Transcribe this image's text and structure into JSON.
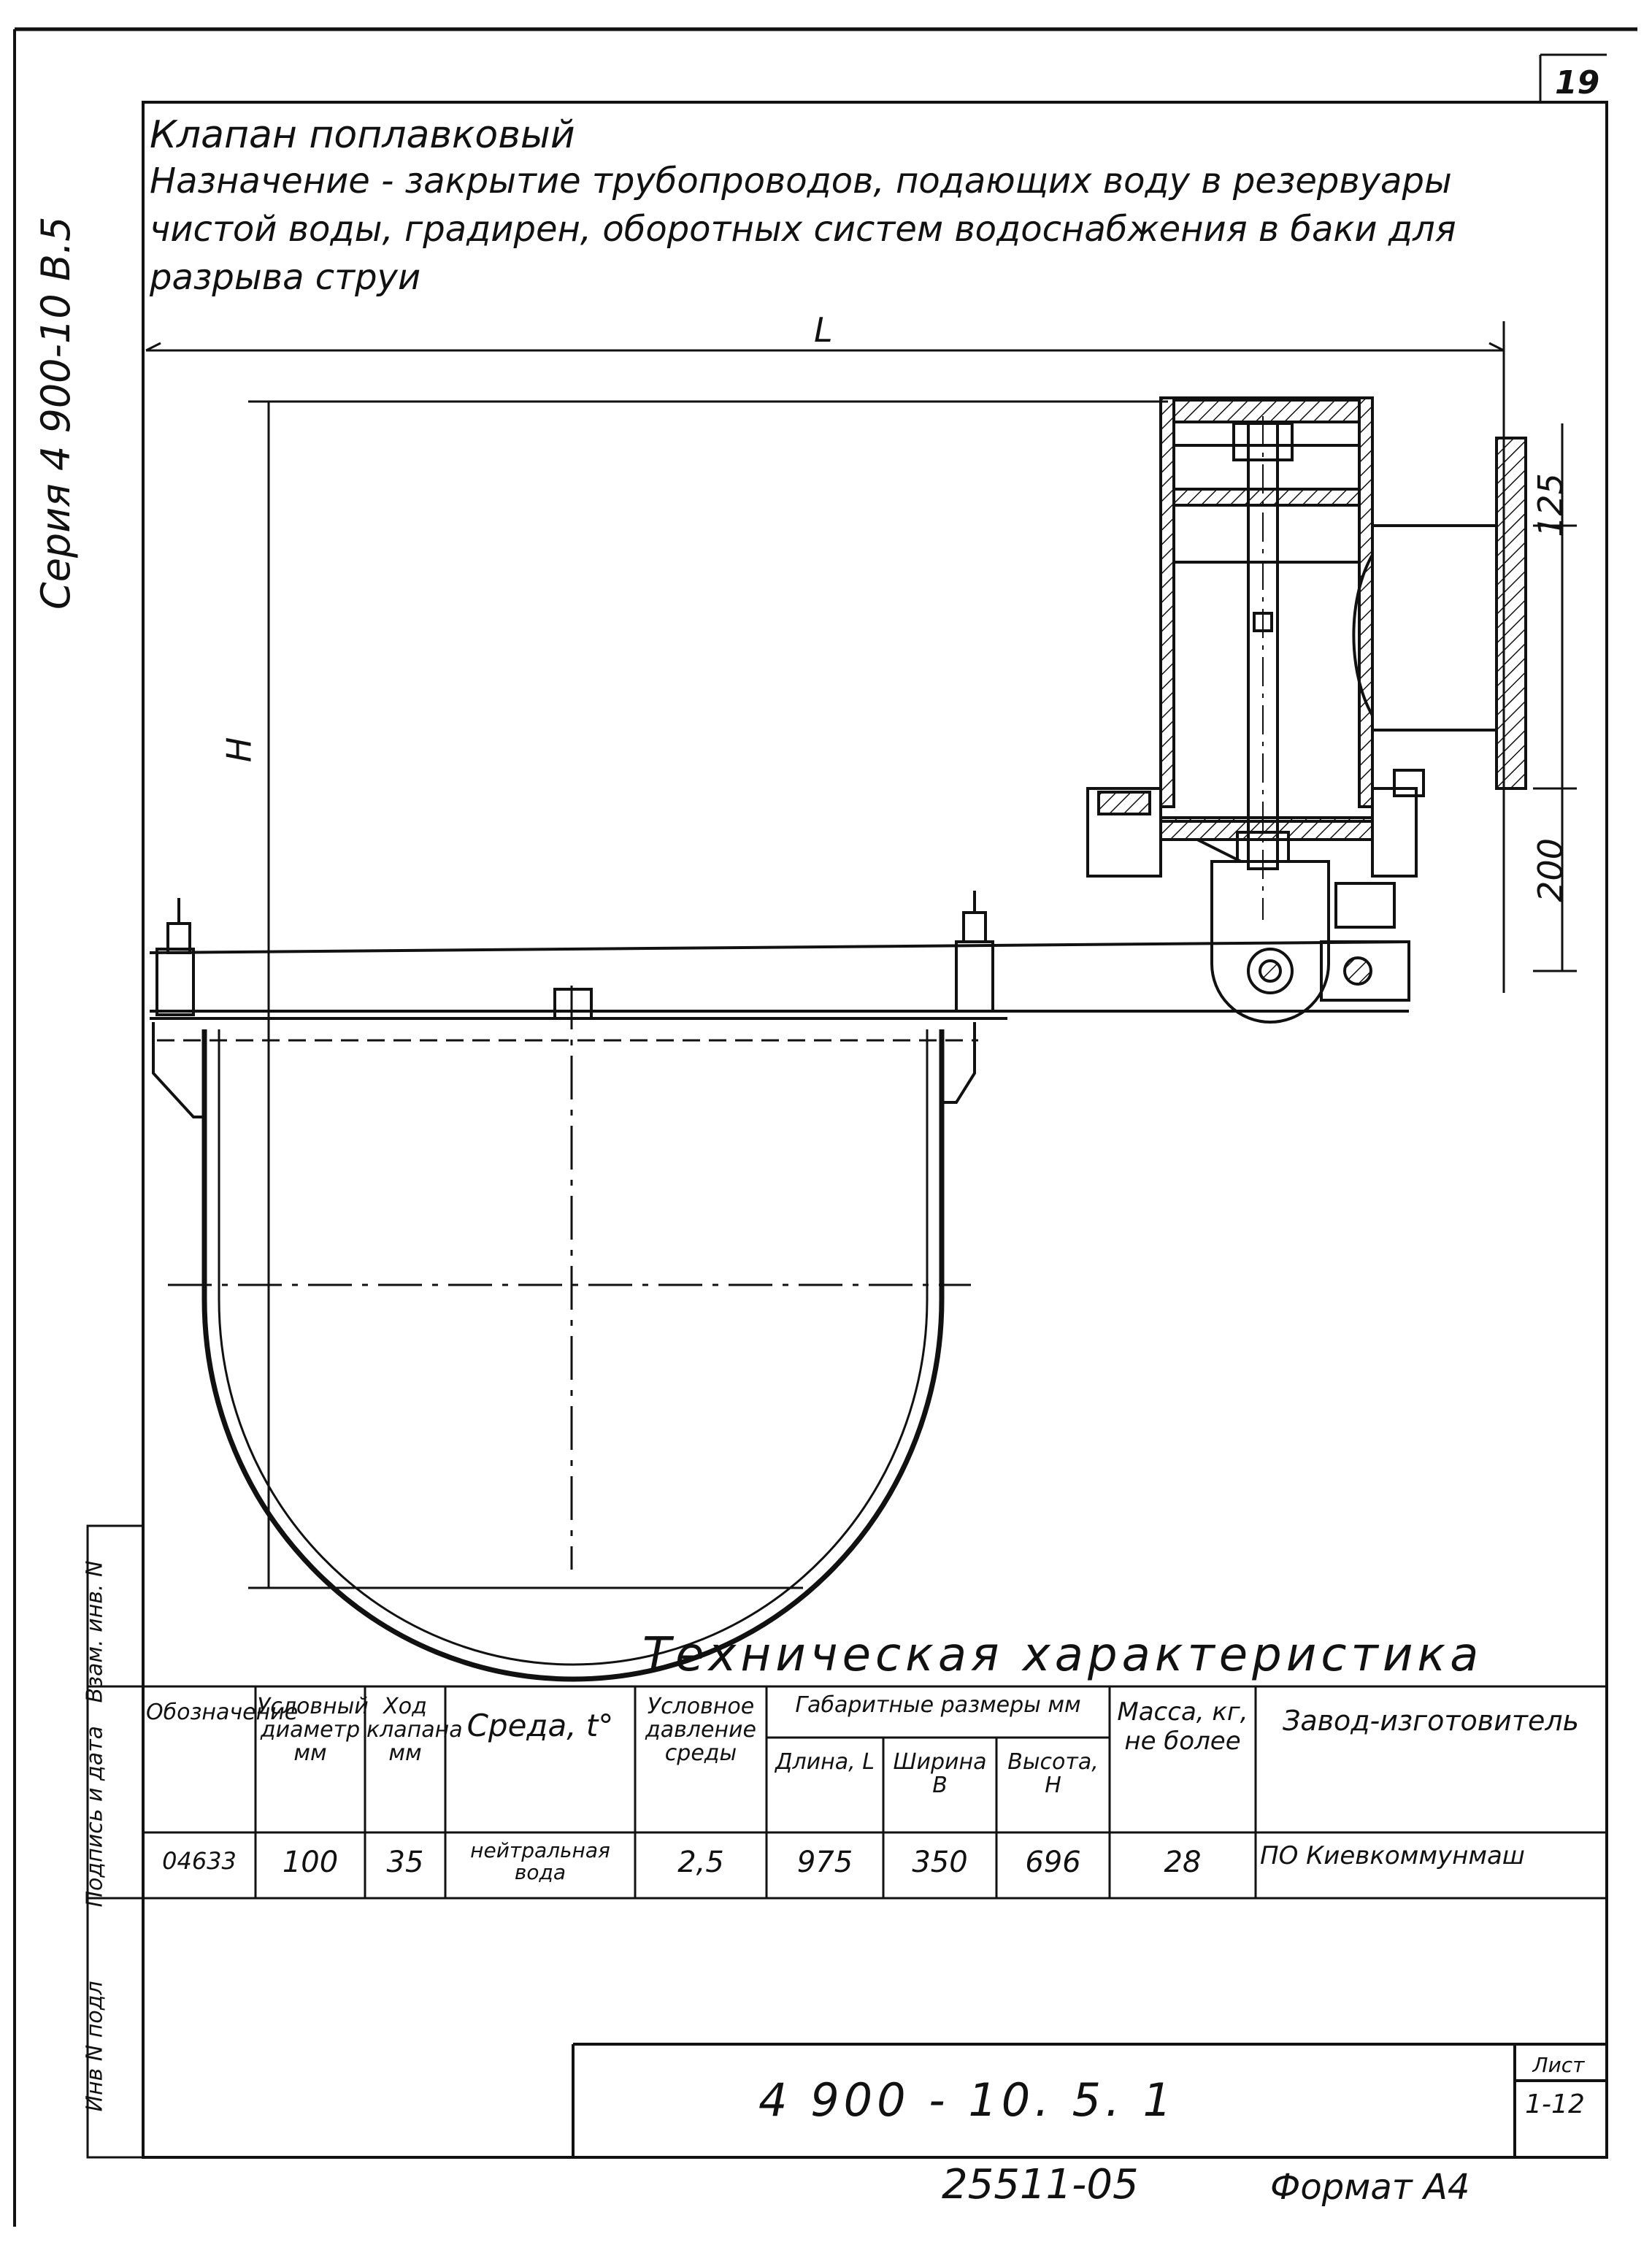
{
  "sheet": {
    "series_label": "Серия 4 900-10 В.5",
    "sheet_number": "19",
    "title": "Клапан поплавковый",
    "purpose": "Назначение - закрытие трубопроводов, подающих воду в резервуары чистой воды, градирен, оборотных систем водоснабжения в баки для разрыва струи",
    "dim_L": "L",
    "dim_H": "H",
    "dim_125": "125",
    "dim_200": "200",
    "tech_title": "Техническая характеристика",
    "document_code": "4 900 - 10. 5. 1",
    "list_label": "Лист",
    "list_value": "1-12",
    "archive_number": "25511-05",
    "format": "Формат А4"
  },
  "side_stamp": {
    "cells": [
      "Инв N подл",
      "Подпись и дата",
      "Взам. инв. N"
    ]
  },
  "table": {
    "headers": {
      "designation": "Обозначение",
      "diameter": "Условный диаметр мм",
      "stroke": "Ход клапана мм",
      "medium": "Среда, t°",
      "pressure": "Условное давление среды",
      "dims_group": "Габаритные размеры мм",
      "length": "Длина, L",
      "width": "Ширина В",
      "height": "Высота, Н",
      "mass": "Масса, кг, не более",
      "maker": "Завод-изготовитель"
    },
    "row": {
      "designation": "04633",
      "diameter": "100",
      "stroke": "35",
      "medium": "нейтральная вода",
      "pressure": "2,5",
      "length": "975",
      "width": "350",
      "height": "696",
      "mass": "28",
      "maker": "ПО Киевкоммунмаш"
    }
  }
}
